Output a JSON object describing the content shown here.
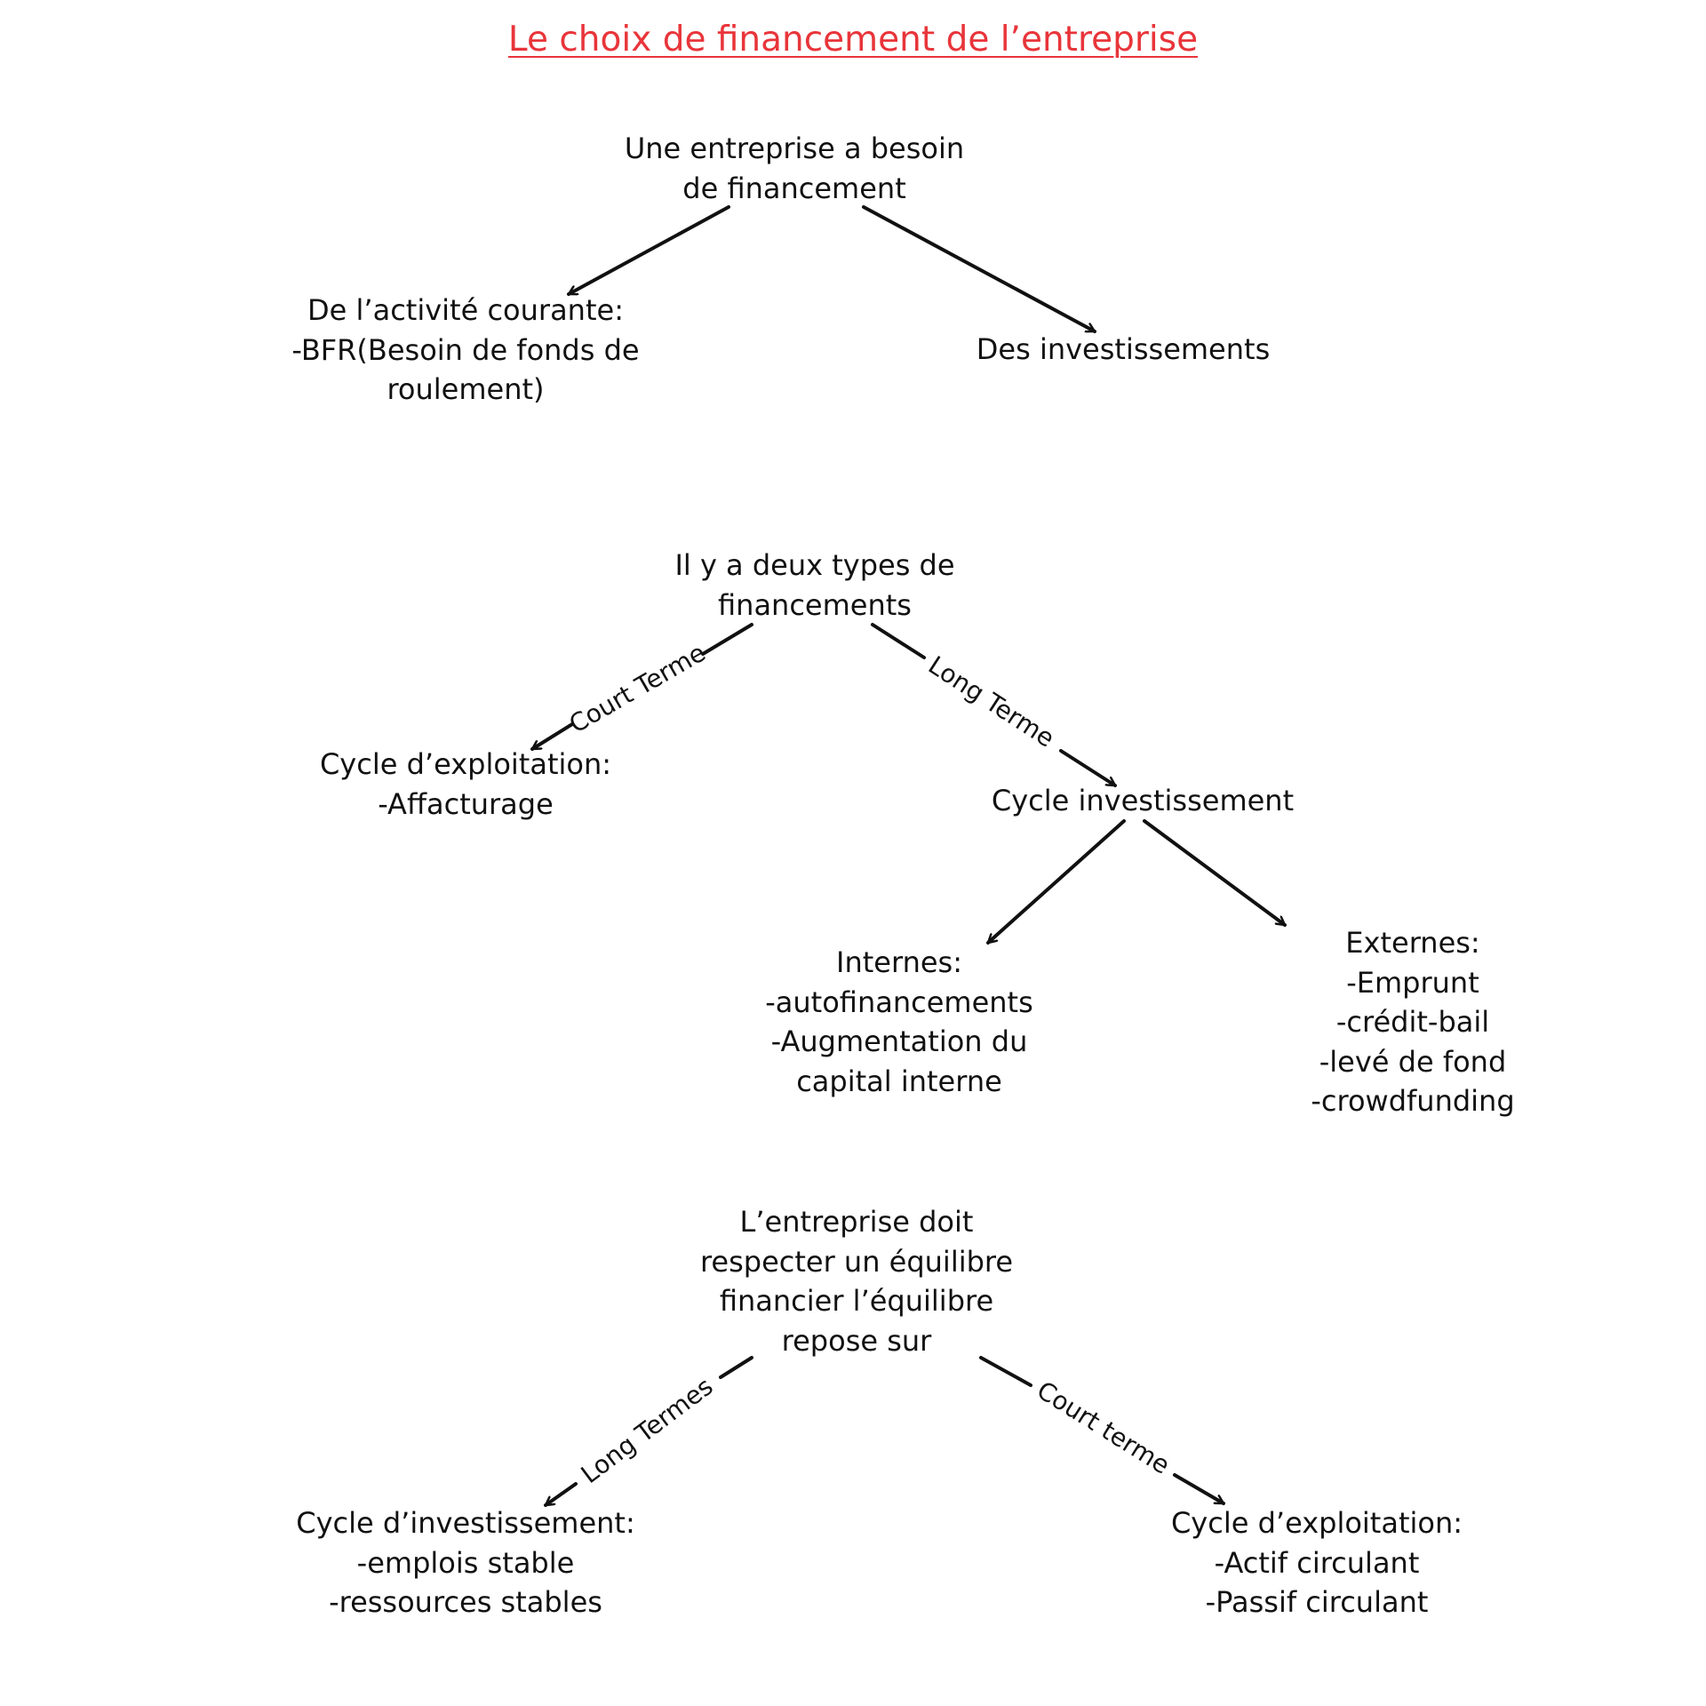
{
  "title": "Le choix de financement de l’entreprise",
  "colors": {
    "title": "#e8353a",
    "text": "#111111",
    "arrow": "#111111"
  },
  "nodes": {
    "root1": [
      "Une entreprise a besoin",
      "de financement"
    ],
    "activite": [
      "De l’activité courante:",
      "-BFR(Besoin de fonds de",
      "roulement)"
    ],
    "investissements": [
      "Des investissements"
    ],
    "root2": [
      "Il y a deux types de",
      "financements"
    ],
    "exploitation1": [
      "Cycle d’exploitation:",
      "-Affacturage"
    ],
    "cycle_invest": [
      "Cycle investissement"
    ],
    "internes": [
      "Internes:",
      "-autofinancements",
      "-Augmentation du",
      "capital interne"
    ],
    "externes": [
      "Externes:",
      "-Emprunt",
      "-crédit-bail",
      "-levé de fond",
      "-crowdfunding"
    ],
    "root3": [
      "L’entreprise doit",
      "respecter un équilibre",
      "financier l’équilibre",
      "repose sur"
    ],
    "invest_stable": [
      "Cycle d’investissement:",
      "-emplois stable",
      "-ressources stables"
    ],
    "exploitation2": [
      "Cycle d’exploitation:",
      "-Actif circulant",
      "-Passif circulant"
    ]
  },
  "edge_labels": {
    "court_terme_1": "Court Terme",
    "long_terme_1": "Long Terme",
    "long_termes_2": "Long Termes",
    "court_terme_2": "Court terme"
  }
}
